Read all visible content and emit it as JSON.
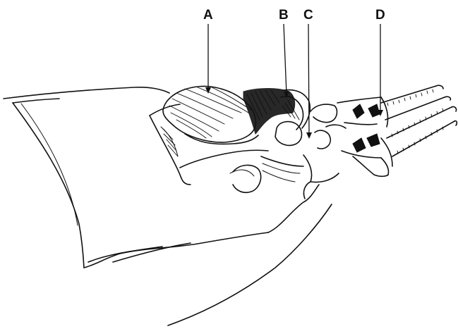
{
  "figure": {
    "labels": [
      {
        "id": "A",
        "text": "A"
      },
      {
        "id": "B",
        "text": "B"
      },
      {
        "id": "C",
        "text": "C"
      },
      {
        "id": "D",
        "text": "D"
      }
    ]
  }
}
